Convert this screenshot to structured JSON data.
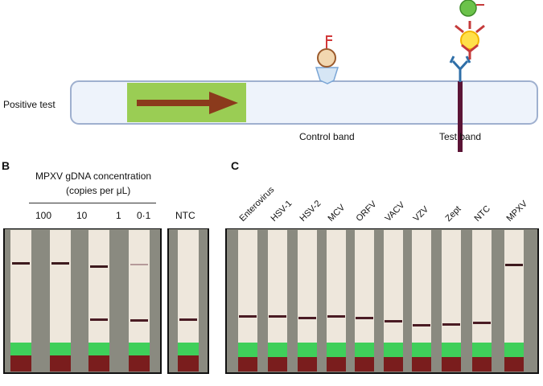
{
  "panel_a": {
    "row_label": "Positive test",
    "control_label": "Control band",
    "test_label": "Test band"
  },
  "panel_b": {
    "letter": "B",
    "title_line1": "MPXV gDNA concentration",
    "title_line2": "(copies per μL)",
    "concentrations": [
      "100",
      "10",
      "1",
      "0·1"
    ],
    "ntc": "NTC"
  },
  "panel_c": {
    "letter": "C",
    "strips": [
      "Enterovirus",
      "HSV-1",
      "HSV-2",
      "MCV",
      "ORFV",
      "VACV",
      "VZV",
      "Zept",
      "NTC",
      "MPXV"
    ]
  },
  "colors": {
    "strip_border": "#9fb0cf",
    "strip_fill": "#eef3fb",
    "pad_green": "#9acd54",
    "arrow": "#8b3a1c",
    "band_dark": "#5b1436",
    "photo_bg": "#8a8a80",
    "green_pad": "#3fcf5a",
    "red_tip": "#7a1d1d"
  }
}
